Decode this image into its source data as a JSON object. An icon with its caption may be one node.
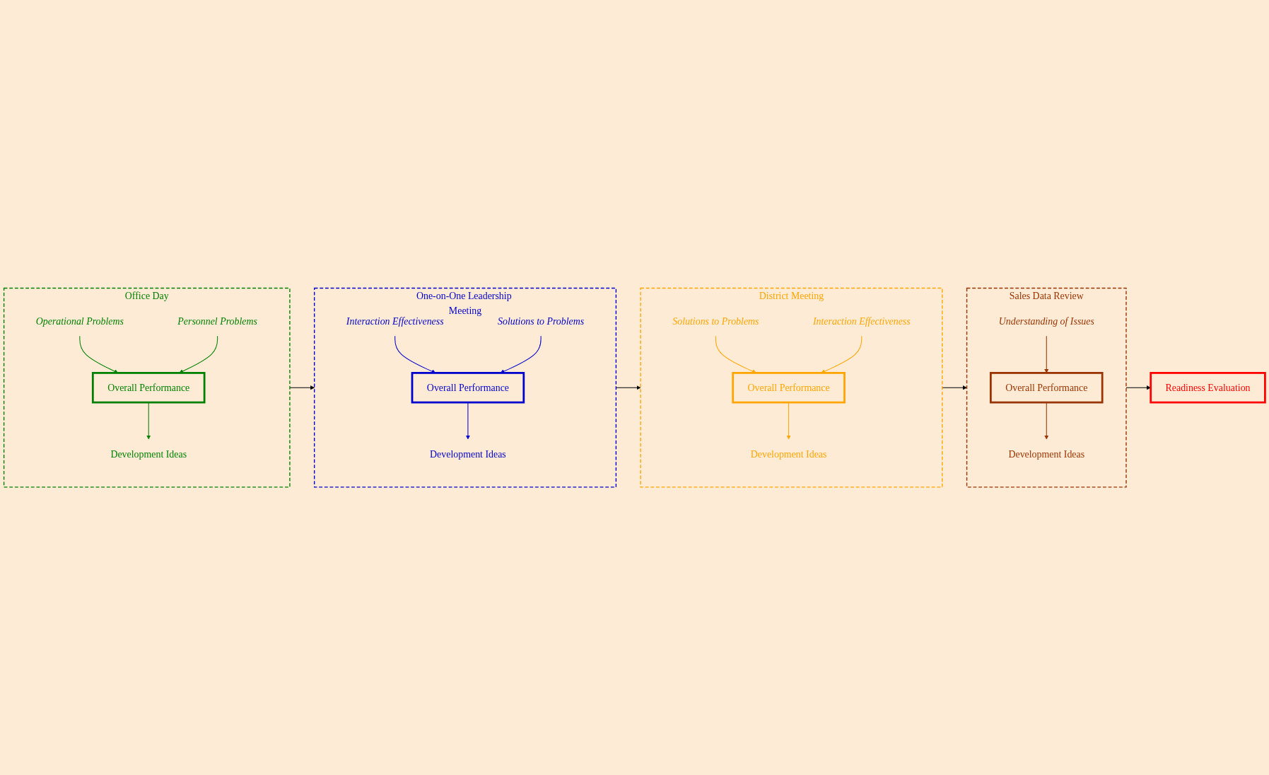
{
  "diagram": {
    "nodes": [
      {
        "text": [
          "Office Day"
        ]
      },
      {
        "text": [
          "Operational Problems"
        ],
        "in": 0
      },
      {
        "text": [
          "Personnel Problems"
        ],
        "in": 0
      },
      {
        "text": [
          "Overall Performance"
        ],
        "in": 0
      },
      {
        "text": [
          "Development Ideas"
        ],
        "in": 0
      },
      {
        "text": [
          "One-on-One Leadership Meeting"
        ]
      },
      {
        "text": [
          "Interaction Effectiveness"
        ],
        "in": 5
      },
      {
        "text": [
          "Solutions to Problems"
        ],
        "in": 5
      },
      {
        "text": [
          "Overall Performance"
        ],
        "in": 5
      },
      {
        "text": [
          "Development Ideas"
        ],
        "in": 5
      },
      {
        "text": [
          "District Meeting"
        ]
      },
      {
        "text": [
          "Solutions to Problems"
        ],
        "in": 10
      },
      {
        "text": [
          "Interaction Effectiveness"
        ],
        "in": 10
      },
      {
        "text": [
          "Overall Performance"
        ],
        "in": 10
      },
      {
        "text": [
          "Development Ideas"
        ],
        "in": 10
      },
      {
        "text": [
          "Sales Data Review"
        ]
      },
      {
        "text": [
          "Understanding of Issues"
        ],
        "in": 15
      },
      {
        "text": [
          "Overall Performance"
        ],
        "in": 15
      },
      {
        "text": [
          "Development Ideas"
        ],
        "in": 15
      },
      {
        "text": [
          "Readiness Evaluation"
        ]
      }
    ],
    "edges": [
      {
        "from": 1,
        "to": 3,
        "arrow": "to",
        "color": "#008000"
      },
      {
        "from": 2,
        "to": 3,
        "arrow": "to",
        "color": "#008000"
      },
      {
        "from": 3,
        "to": 4,
        "arrow": "to",
        "color": "#008000"
      },
      {
        "from": 6,
        "to": 8,
        "arrow": "to",
        "color": "#0000cc"
      },
      {
        "from": 7,
        "to": 8,
        "arrow": "to",
        "color": "#0000cc"
      },
      {
        "from": 8,
        "to": 9,
        "arrow": "to",
        "color": "#0000cc"
      },
      {
        "from": 11,
        "to": 13,
        "arrow": "to",
        "color": "#ffa500"
      },
      {
        "from": 12,
        "to": 13,
        "arrow": "to",
        "color": "#ffa500"
      },
      {
        "from": 13,
        "to": 14,
        "arrow": "to",
        "color": "#ffa500"
      },
      {
        "from": 16,
        "to": 17,
        "arrow": "to",
        "color": "#993300"
      },
      {
        "from": 17,
        "to": 18,
        "arrow": "to",
        "color": "#993300"
      },
      {
        "from": 0,
        "to": 5,
        "arrow": "to"
      },
      {
        "from": 5,
        "to": 10,
        "arrow": "to"
      },
      {
        "from": 10,
        "to": 15,
        "arrow": "to"
      },
      {
        "from": 15,
        "to": 19,
        "arrow": "to"
      }
    ]
  }
}
